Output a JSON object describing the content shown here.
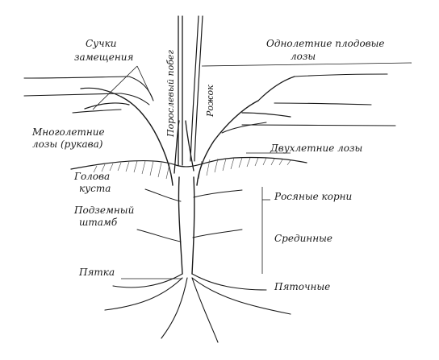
{
  "labels": {
    "sucki_1": "Сучки",
    "sucki_2": "замещения",
    "plodovye_1": "Однолетние плодовые",
    "plodovye_2": "лозы",
    "rukava_1": "Многолетние",
    "rukava_2": "лозы (рукава)",
    "dvuhletnie": "Двухлетние лозы",
    "golova_1": "Голова",
    "golova_2": "куста",
    "rosyanye": "Росяные корни",
    "stamb_1": "Подземный",
    "stamb_2": "штамб",
    "sredinnye": "Срединные",
    "pyatka": "Пятка",
    "pyatochnye": "Пяточные",
    "porosl": "Порослевый побег",
    "rozhok": "Рожок"
  },
  "colors": {
    "ink": "#1a1a1a",
    "background": "#ffffff"
  }
}
